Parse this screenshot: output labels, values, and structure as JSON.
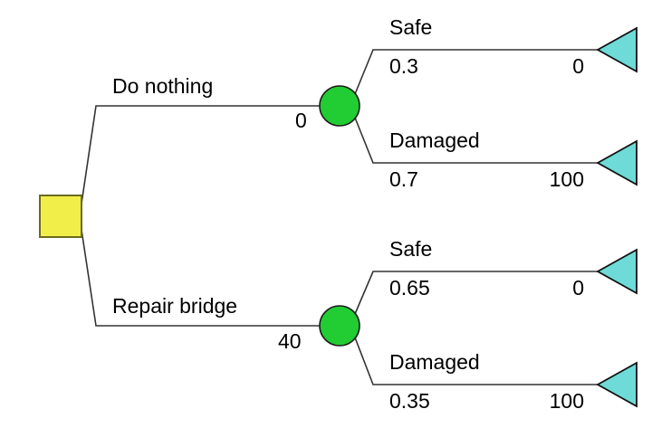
{
  "diagram": {
    "type": "decision-tree",
    "title": "",
    "colors": {
      "decision_node": "#F2EE49",
      "chance_node": "#22CC33",
      "terminal_node": "#6EDBD8",
      "edge": "#333333",
      "text": "#000000",
      "background": "#FFFFFF"
    },
    "root": {
      "node_kind": "decision",
      "shape": "square"
    },
    "branches": [
      {
        "id": "do-nothing",
        "label": "Do nothing",
        "cost": "0",
        "chance_node": {
          "node_kind": "chance",
          "shape": "circle"
        },
        "outcomes": [
          {
            "id": "do-nothing-safe",
            "label": "Safe",
            "probability": "0.3",
            "payoff": "0",
            "terminal": {
              "node_kind": "terminal",
              "shape": "triangle"
            }
          },
          {
            "id": "do-nothing-damaged",
            "label": "Damaged",
            "probability": "0.7",
            "payoff": "100",
            "terminal": {
              "node_kind": "terminal",
              "shape": "triangle"
            }
          }
        ]
      },
      {
        "id": "repair-bridge",
        "label": "Repair bridge",
        "cost": "40",
        "chance_node": {
          "node_kind": "chance",
          "shape": "circle"
        },
        "outcomes": [
          {
            "id": "repair-bridge-safe",
            "label": "Safe",
            "probability": "0.65",
            "payoff": "0",
            "terminal": {
              "node_kind": "terminal",
              "shape": "triangle"
            }
          },
          {
            "id": "repair-bridge-damaged",
            "label": "Damaged",
            "probability": "0.35",
            "payoff": "100",
            "terminal": {
              "node_kind": "terminal",
              "shape": "triangle"
            }
          }
        ]
      }
    ]
  }
}
